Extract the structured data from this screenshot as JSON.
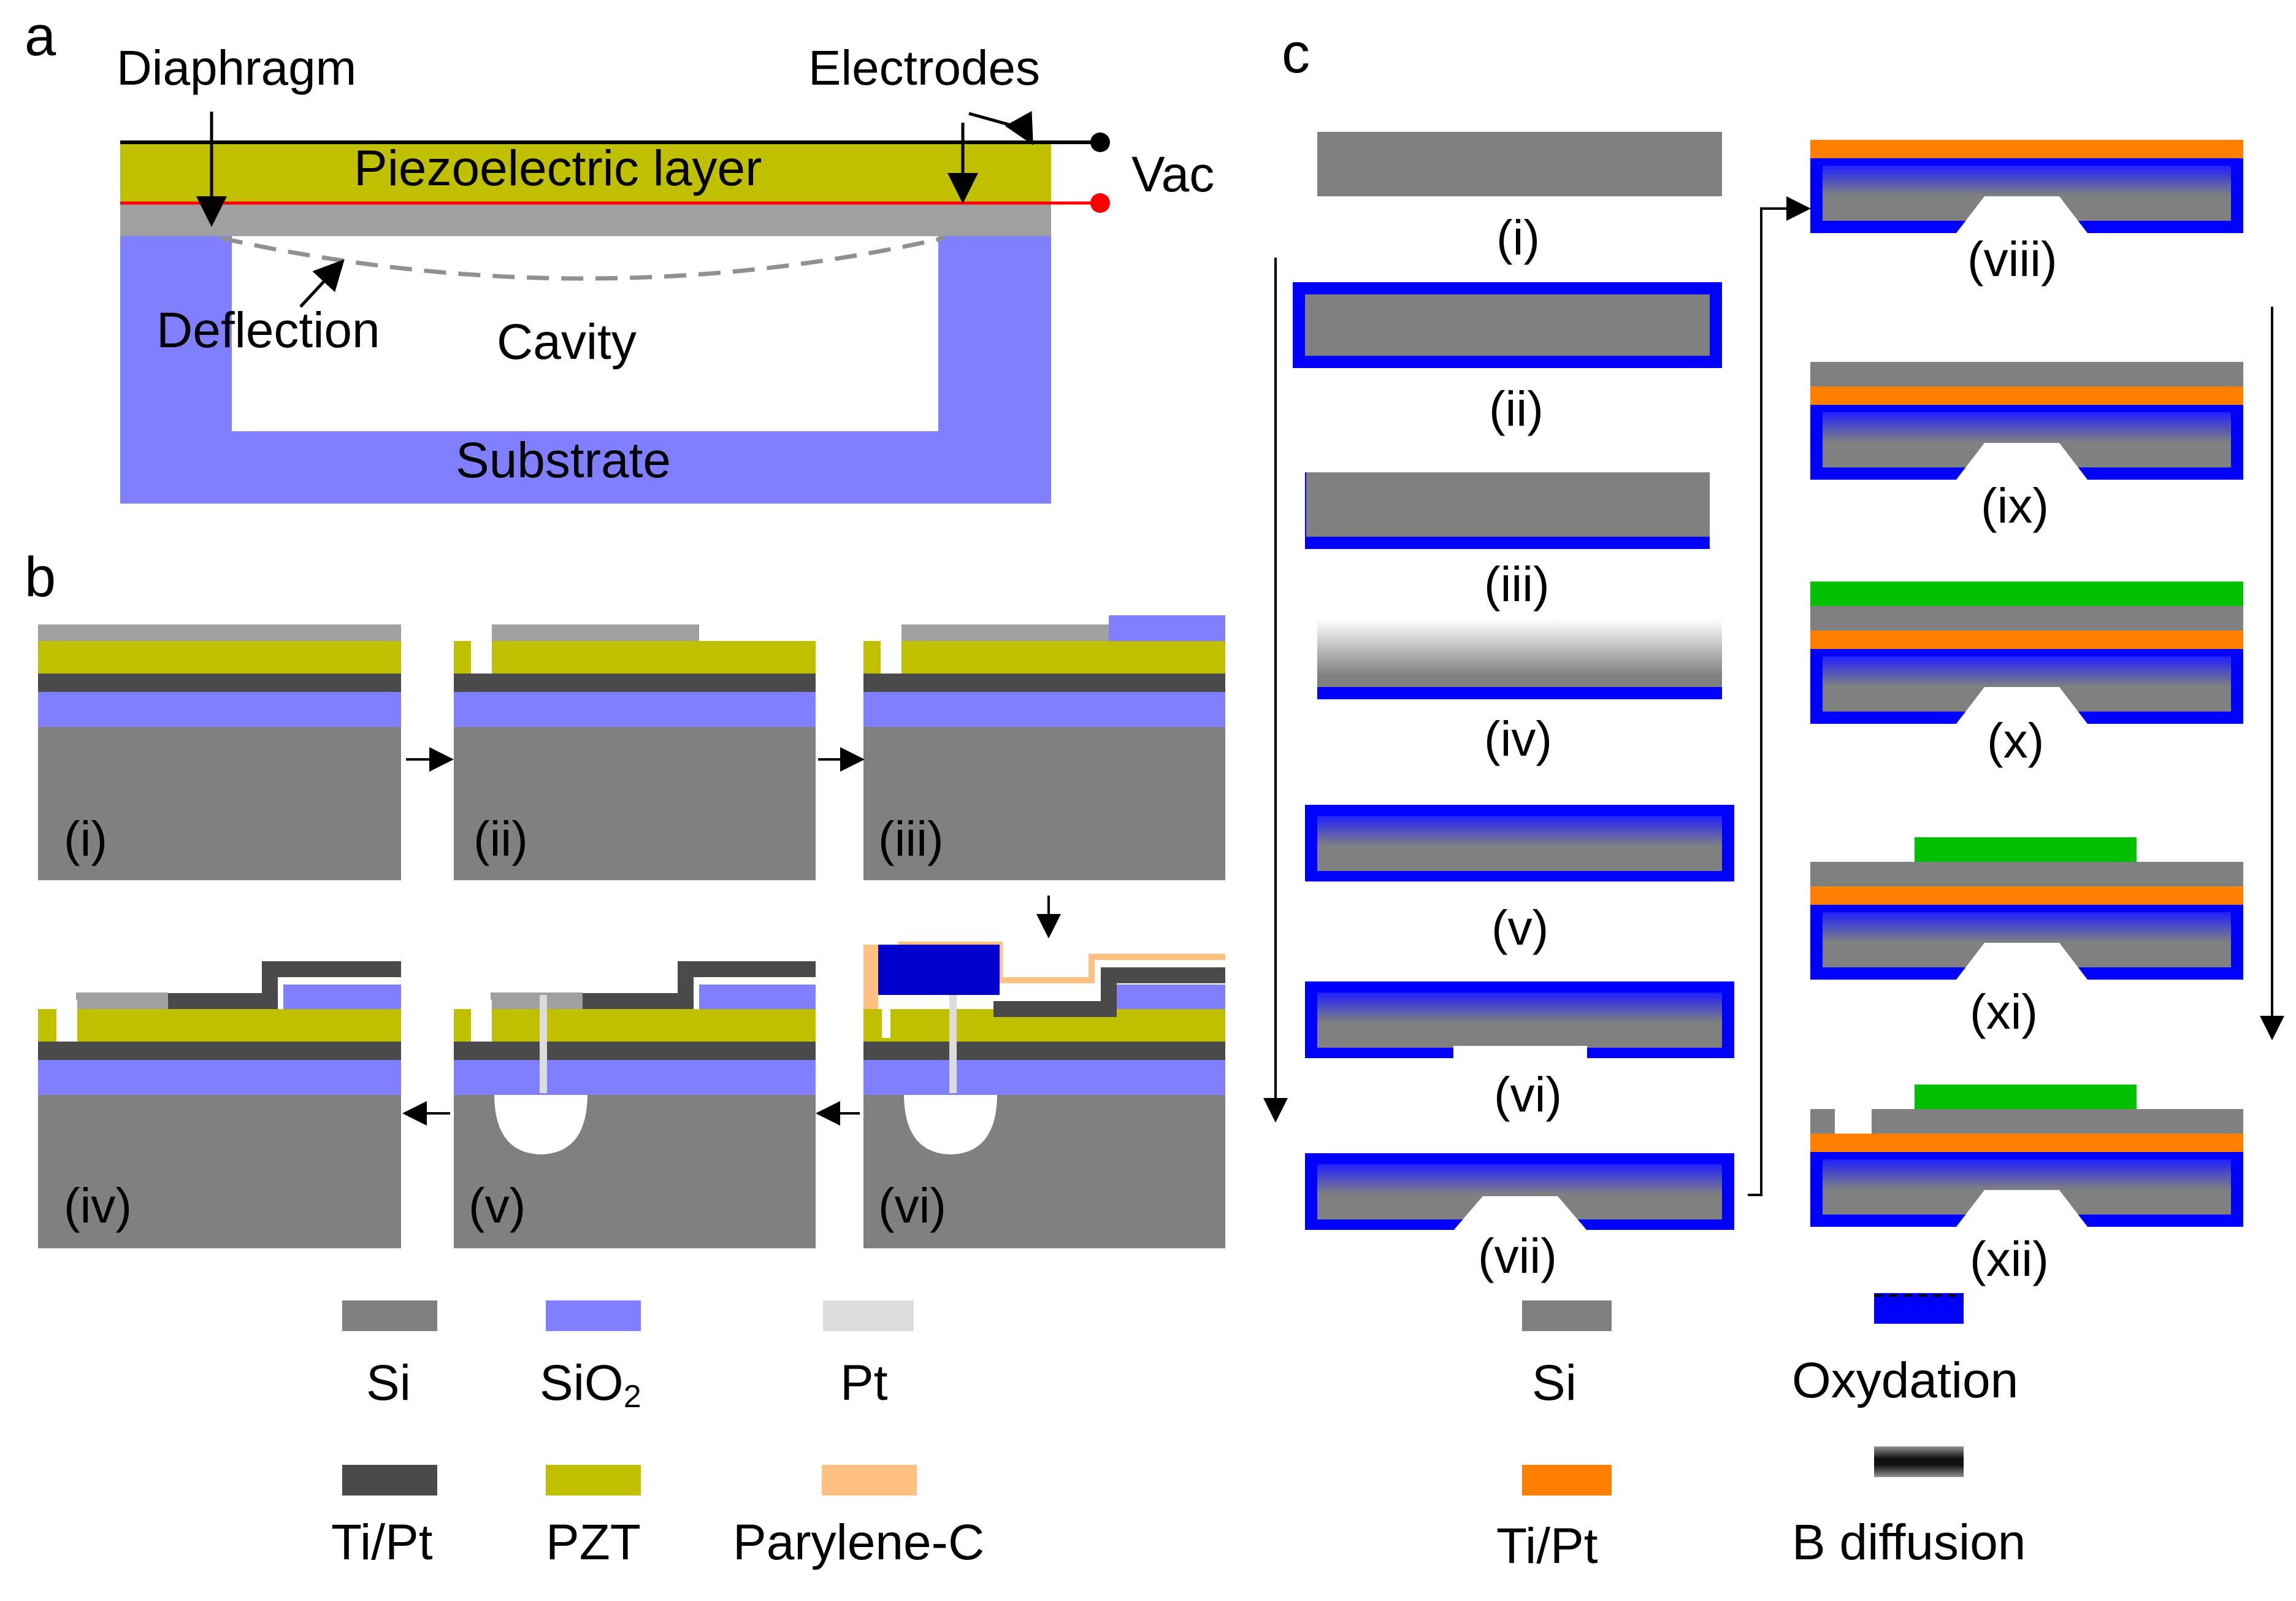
{
  "panel_a": {
    "letter": "a",
    "labels": {
      "diaphragm": "Diaphragm",
      "electrodes": "Electrodes",
      "piezo": "Piezoelectric layer",
      "vac": "Vac",
      "deflection": "Deflection",
      "cavity": "Cavity",
      "substrate": "Substrate"
    }
  },
  "panel_b": {
    "letter": "b",
    "steps": [
      "(i)",
      "(ii)",
      "(iii)",
      "(iv)",
      "(v)",
      "(vi)"
    ],
    "legend": [
      {
        "label": "Si",
        "color": "#808080"
      },
      {
        "label": "SiO",
        "sub": "2",
        "color": "#7f7fff"
      },
      {
        "label": "Pt",
        "color": "#dcdcdc"
      },
      {
        "label": "Ti/Pt",
        "color": "#4a4a4a"
      },
      {
        "label": "PZT",
        "color": "#c0c000"
      },
      {
        "label": "Parylene-C",
        "color": "#ffc080"
      }
    ]
  },
  "panel_c": {
    "letter": "c",
    "steps": [
      "(i)",
      "(ii)",
      "(iii)",
      "(iv)",
      "(v)",
      "(vi)",
      "(vii)",
      "(viii)",
      "(ix)",
      "(x)",
      "(xi)",
      "(xii)"
    ],
    "legend": [
      {
        "label": "Si",
        "color": "#808080"
      },
      {
        "label": "Oxydation",
        "color": "#0000ff"
      },
      {
        "label": "Ti/Pt",
        "color": "#ff8000"
      },
      {
        "label": "B diffusion",
        "color": "#707070"
      }
    ]
  },
  "colors": {
    "si": "#808080",
    "sio2": "#7f7fff",
    "pt": "#dcdcdc",
    "tipt": "#4a4a4a",
    "pzt": "#c0c000",
    "parylene": "#ffc080",
    "oxide": "#0000ff",
    "tipt_c": "#ff8000",
    "top_layer_c": "#00c000",
    "electrode_red": "#ff0000",
    "resist": "#0000cc"
  }
}
